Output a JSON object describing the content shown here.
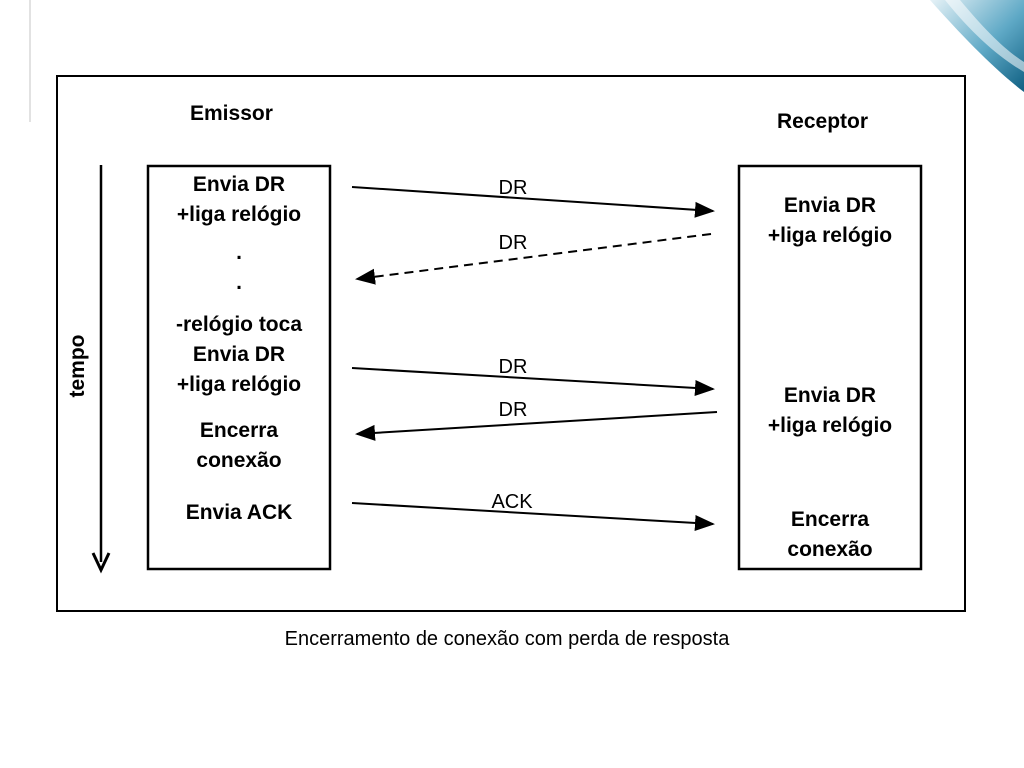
{
  "colors": {
    "background": "#ffffff",
    "stroke": "#000000",
    "accent_corner": "#1f7fa6"
  },
  "diagram": {
    "sender_title": "Emissor",
    "receiver_title": "Receptor",
    "time_axis_label": "tempo",
    "sender_lines": [
      "Envia DR",
      "+liga relógio",
      ".",
      ".",
      "-relógio toca",
      "Envia DR",
      "+liga relógio",
      "Encerra",
      "conexão",
      "Envia ACK"
    ],
    "receiver_lines": [
      "Envia DR",
      "+liga relógio",
      "Envia DR",
      "+liga relógio",
      "Encerra",
      "conexão"
    ],
    "messages": [
      {
        "label": "DR",
        "direction": "sender-to-receiver",
        "style": "solid"
      },
      {
        "label": "DR",
        "direction": "receiver-to-sender",
        "style": "dashed"
      },
      {
        "label": "DR",
        "direction": "sender-to-receiver",
        "style": "solid"
      },
      {
        "label": "DR",
        "direction": "receiver-to-sender",
        "style": "solid"
      },
      {
        "label": "ACK",
        "direction": "sender-to-receiver",
        "style": "solid"
      }
    ]
  },
  "caption": "Encerramento de conexão com perda de resposta"
}
